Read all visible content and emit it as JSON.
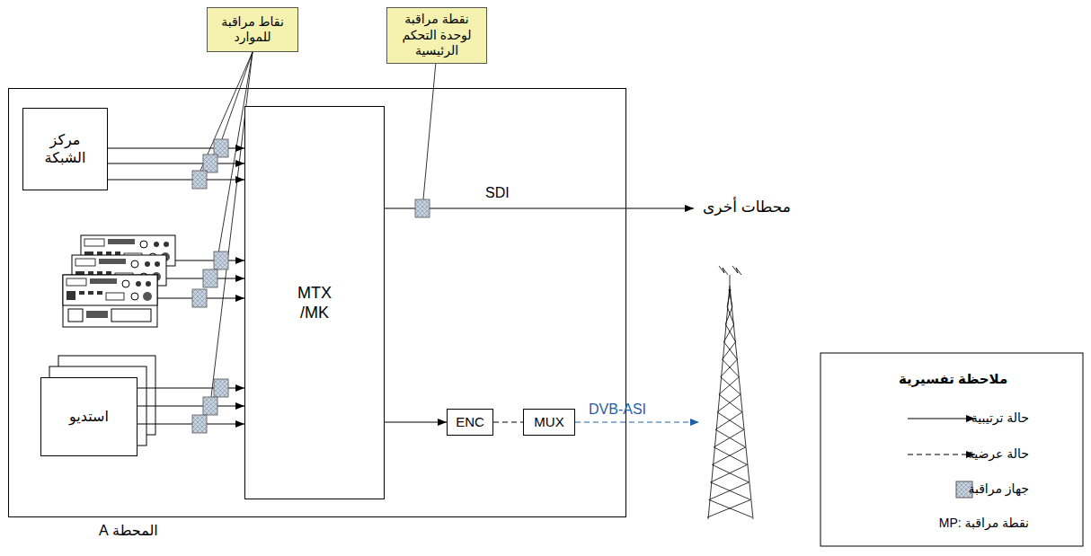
{
  "diagram": {
    "nodes": [
      {
        "text": [
          "نقاط مراقبة للموارد"
        ]
      },
      {
        "text": [
          "نقطة مراقبة لوحدة التحكم الرئيسية"
        ]
      },
      {
        "text": [
          "المحطة A"
        ]
      },
      {
        "text": [
          "مركز الشبكة"
        ],
        "in": 2
      },
      {
        "text": [
          "MTX /MK"
        ],
        "in": 2
      },
      {
        "text": [
          "استديو"
        ],
        "in": 2
      },
      {
        "text": [
          "ENC"
        ],
        "in": 2
      },
      {
        "text": [
          "MUX"
        ],
        "in": 2
      }
    ],
    "edges": [
      {
        "from": 3,
        "to": 4,
        "arrow": "to"
      },
      {
        "from": 3,
        "to": 4,
        "arrow": "to"
      },
      {
        "from": 3,
        "to": 4,
        "arrow": "to"
      },
      {
        "from": 5,
        "to": 4,
        "arrow": "to"
      },
      {
        "from": 5,
        "to": 4,
        "arrow": "to"
      },
      {
        "from": 5,
        "to": 4,
        "arrow": "to"
      },
      {
        "from": 4,
        "to": 6,
        "arrow": "to"
      },
      {
        "from": 6,
        "to": 7,
        "arrow": "none"
      }
    ],
    "labels": [
      "SDI",
      "محطات أخرى",
      "DVB-ASI",
      "ملاحظة تفسيرية"
    ],
    "legend": [
      {
        "text": "حالة ترتيبية"
      },
      {
        "text": "حالة عرضية"
      },
      {
        "text": "جهاز مراقبة"
      },
      {
        "text": "MP: نقطة مراقبة"
      }
    ]
  }
}
